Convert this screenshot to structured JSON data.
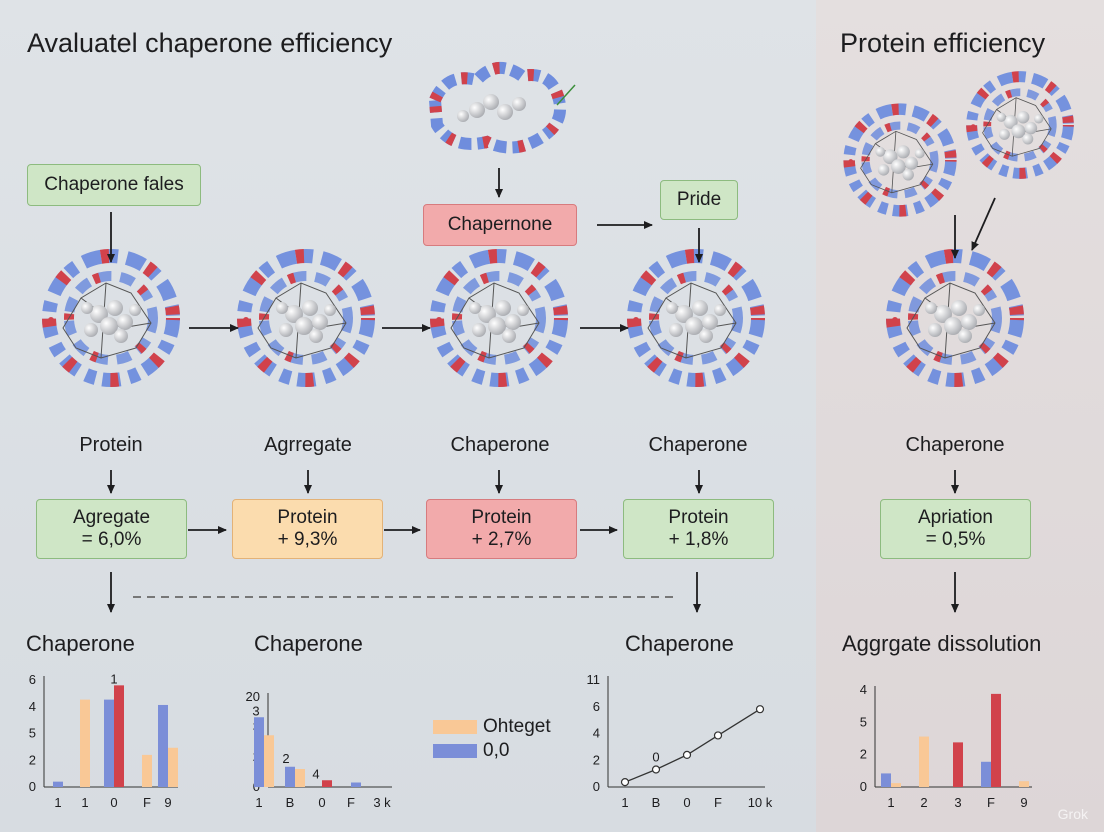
{
  "titles": {
    "main": "Avaluatel chaperone efficiency",
    "side": "Protein efficiency"
  },
  "top_boxes": {
    "chaperone_fales": "Chaperone fales",
    "chapernone": "Chapernone",
    "pride": "Pride"
  },
  "stage_labels": [
    "Protein",
    "Agrregate",
    "Chaperone",
    "Chaperone",
    "Chaperone"
  ],
  "result_boxes": [
    {
      "line1": "Agregate",
      "line2": "= 6,0%"
    },
    {
      "line1": "Protein",
      "line2": "+ 9,3%"
    },
    {
      "line1": "Protein",
      "line2": "+ 2,7%"
    },
    {
      "line1": "Protein",
      "line2": "+ 1,8%"
    },
    {
      "line1": "Apriation",
      "line2": "= 0,5%"
    }
  ],
  "chart_headers": [
    "Chaperone",
    "Chaperone",
    "Chaperone",
    "Aggrgate dissolution"
  ],
  "legend": [
    {
      "label": "Ohteget",
      "color": "#f9c896"
    },
    {
      "label": "0,0",
      "color": "#7b8ed8"
    }
  ],
  "colors": {
    "helix_blue": "#6f8ddd",
    "helix_red": "#d1424b",
    "box_green": "#cfe6c6",
    "box_orange": "#fbdcae",
    "box_red": "#f2aaab"
  },
  "watermark": "Grok",
  "chart_data": [
    {
      "type": "bar",
      "categories": [
        "1",
        "1",
        "0",
        "F",
        "9"
      ],
      "yticks": [
        "0",
        "2",
        "5",
        "4",
        "6"
      ],
      "ylim": [
        0,
        6
      ],
      "annotation": "1",
      "series": [
        {
          "color": "#7b8ed8",
          "values": [
            0.3,
            null,
            4.9,
            null,
            4.6
          ]
        },
        {
          "color": "#f9c896",
          "values": [
            null,
            4.9,
            null,
            1.8,
            2.2
          ]
        },
        {
          "color": "#d1424b",
          "values": [
            null,
            null,
            5.7,
            null,
            null
          ]
        }
      ]
    },
    {
      "type": "bar",
      "categories": [
        "1",
        "B",
        "0",
        "F",
        "3 k"
      ],
      "yticks": [
        "0",
        "2",
        "3",
        "20"
      ],
      "ylim": [
        0,
        4
      ],
      "annotations": [
        "3",
        "2",
        "4"
      ],
      "series": [
        {
          "color": "#7b8ed8",
          "values": [
            3.1,
            0.9,
            null,
            0.2,
            null
          ]
        },
        {
          "color": "#f9c896",
          "values": [
            2.3,
            0.8,
            null,
            null,
            null
          ]
        },
        {
          "color": "#d1424b",
          "values": [
            null,
            null,
            0.3,
            null,
            null
          ]
        }
      ]
    },
    {
      "type": "line",
      "categories": [
        "1",
        "B",
        "0",
        "F",
        "10 k"
      ],
      "yticks": [
        "0",
        "2",
        "4",
        "6",
        "11"
      ],
      "ylim": [
        0,
        11
      ],
      "annotation": "0",
      "series": [
        {
          "color": "#333333",
          "values": [
            0.5,
            1.8,
            3.3,
            5.3,
            8.0
          ]
        }
      ]
    },
    {
      "type": "bar",
      "categories": [
        "1",
        "2",
        "3",
        "F",
        "9"
      ],
      "yticks": [
        "0",
        "2",
        "5",
        "4"
      ],
      "ylim": [
        0,
        5
      ],
      "series": [
        {
          "color": "#7b8ed8",
          "values": [
            0.7,
            null,
            null,
            1.3,
            null
          ]
        },
        {
          "color": "#f9c896",
          "values": [
            0.2,
            2.6,
            null,
            null,
            0.3
          ]
        },
        {
          "color": "#d1424b",
          "values": [
            null,
            null,
            2.3,
            4.8,
            null
          ]
        }
      ]
    }
  ]
}
